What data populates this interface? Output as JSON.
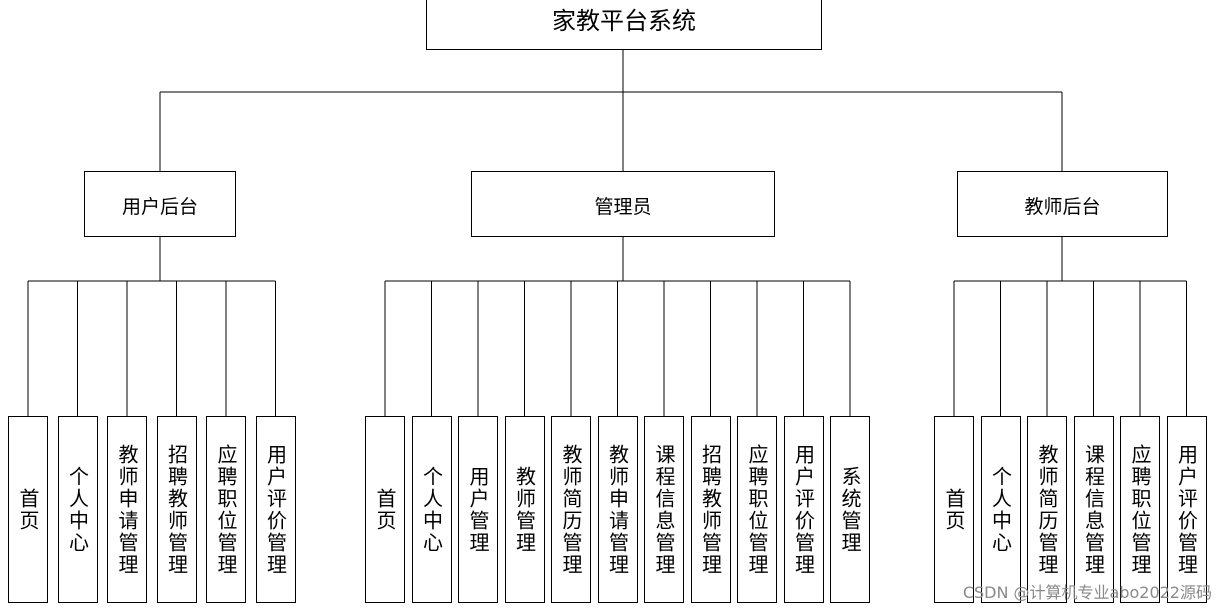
{
  "diagram": {
    "root": "家教平台系统",
    "groups": [
      {
        "label": "用户后台",
        "items": [
          "首页",
          "个人中心",
          "教师申请管理",
          "招聘教师管理",
          "应聘职位管理",
          "用户评价管理"
        ]
      },
      {
        "label": "管理员",
        "items": [
          "首页",
          "个人中心",
          "用户管理",
          "教师管理",
          "教师简历管理",
          "教师申请管理",
          "课程信息管理",
          "招聘教师管理",
          "应聘职位管理",
          "用户评价管理",
          "系统管理"
        ]
      },
      {
        "label": "教师后台",
        "items": [
          "首页",
          "个人中心",
          "教师简历管理",
          "课程信息管理",
          "应聘职位管理",
          "用户评价管理"
        ]
      }
    ]
  },
  "watermark": "CSDN @计算机专业abo2022源码"
}
